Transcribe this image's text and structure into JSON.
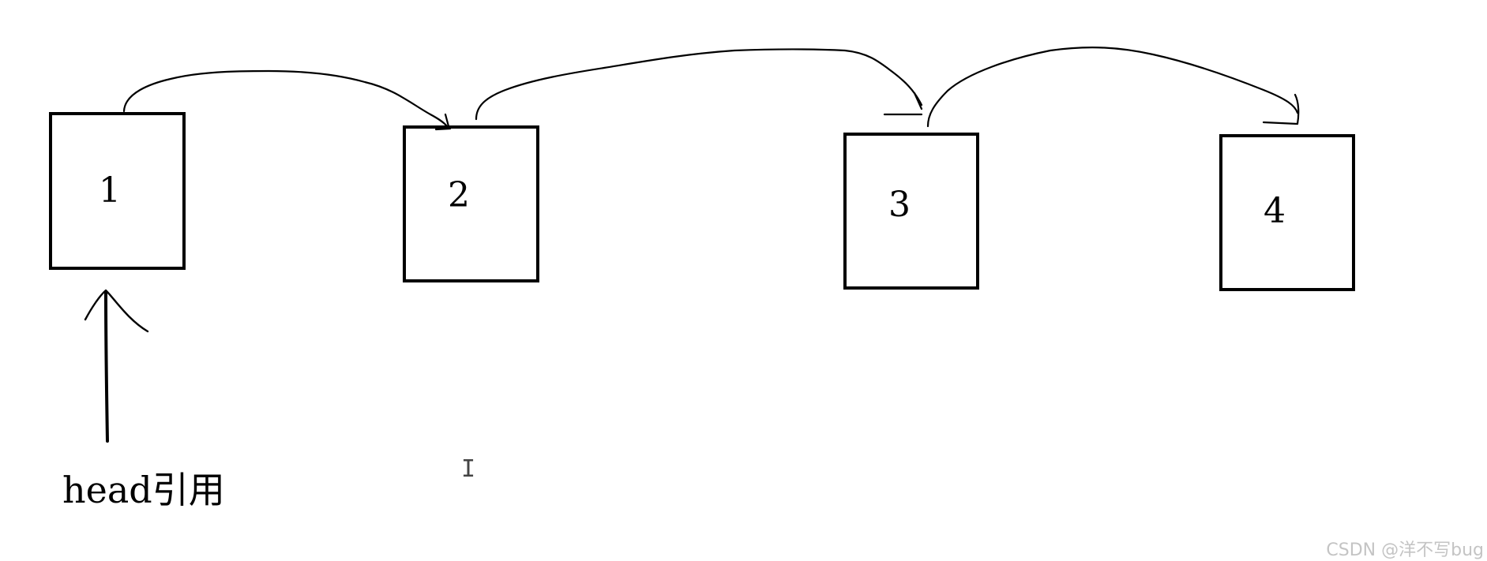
{
  "nodes": [
    {
      "label": "1"
    },
    {
      "label": "2"
    },
    {
      "label": "3"
    },
    {
      "label": "4"
    }
  ],
  "head_label": "head引用",
  "cursor_glyph": "I",
  "watermark": "CSDN @洋不写bug"
}
